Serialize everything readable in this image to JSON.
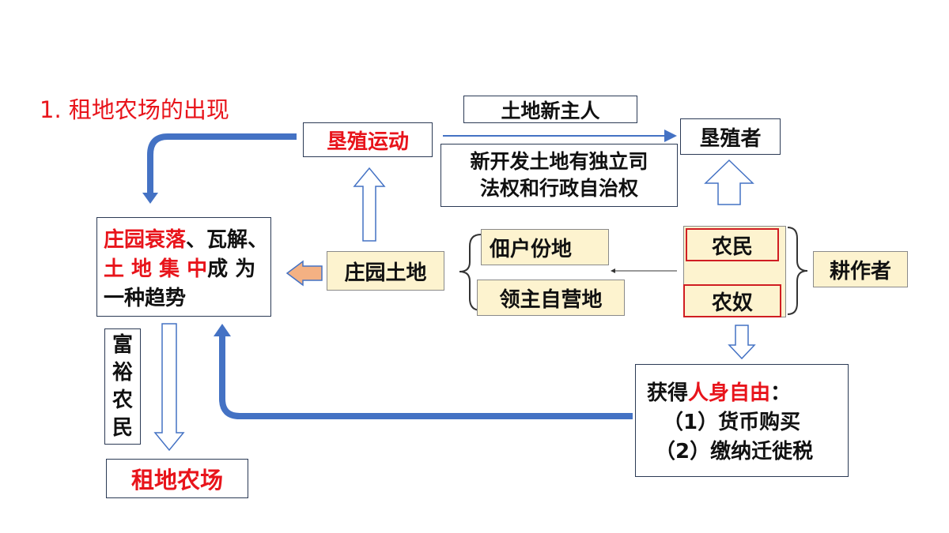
{
  "title": "1. 租地农场的出现",
  "nodes": {
    "reclamation": "垦殖运动",
    "new_owner": "土地新主人",
    "settlers": "垦殖者",
    "rights_l1": "新开发土地有独立司",
    "rights_l2": "法权和行政自治权",
    "manor_decline": {
      "p1_red": "庄园衰落",
      "p1_black": "、瓦解、",
      "p2_red": "土 地 集 中",
      "p2_black": "成 为",
      "p3": "一种趋势"
    },
    "manor_land": "庄园土地",
    "tenant_land": "佃户份地",
    "lord_land": "领主自营地",
    "peasant": "农民",
    "serf": "农奴",
    "cultivator": "耕作者",
    "rich_peasant": [
      "富",
      "裕",
      "农",
      "民"
    ],
    "tenant_farm": "租地农场",
    "freedom": {
      "pre": "获得",
      "red": "人身自由",
      "post": "：",
      "item1": "（1）货币购买",
      "item2": "（2）缴纳迁徙税"
    }
  },
  "colors": {
    "accent_red": "#e8141b",
    "arrow_blue": "#4472c4",
    "box_beige": "#fdf3cf",
    "arrow_orange": "#f4b183"
  }
}
